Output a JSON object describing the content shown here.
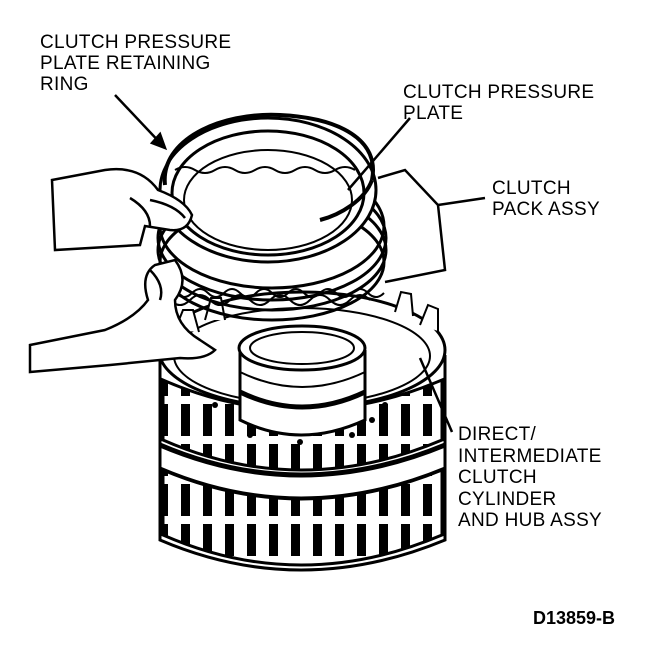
{
  "labels": {
    "retaining_ring": [
      "CLUTCH PRESSURE",
      "PLATE RETAINING",
      "RING"
    ],
    "pressure_plate": [
      "CLUTCH PRESSURE",
      "PLATE"
    ],
    "pack_assy": [
      "CLUTCH",
      "PACK ASSY"
    ],
    "cylinder_hub": [
      "DIRECT/",
      "INTERMEDIATE",
      "CLUTCH",
      "CYLINDER",
      "AND HUB ASSY"
    ]
  },
  "figure_id": "D13859-B",
  "colors": {
    "ink": "#000000",
    "paper": "#ffffff"
  }
}
